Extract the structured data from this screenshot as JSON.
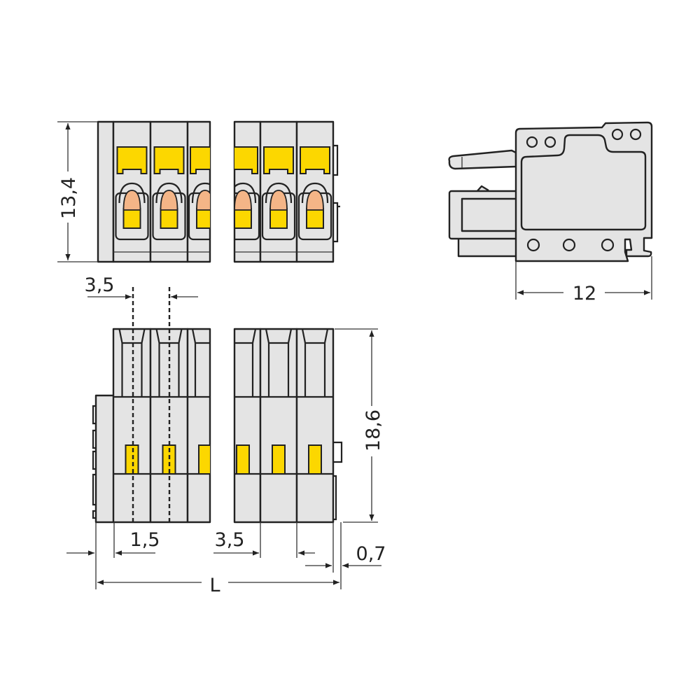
{
  "colors": {
    "body": "#e4e4e4",
    "outline": "#222222",
    "contact_yellow": "#fcd700",
    "clamp_orange": "#f4b587"
  },
  "dimensions": {
    "height_front": "13,4",
    "depth_side": "12",
    "pitch_top": "3,5",
    "height_bottom": "18,6",
    "offset_left": "1,5",
    "pitch_bottom": "3,5",
    "offset_right": "0,7",
    "length": "L"
  }
}
